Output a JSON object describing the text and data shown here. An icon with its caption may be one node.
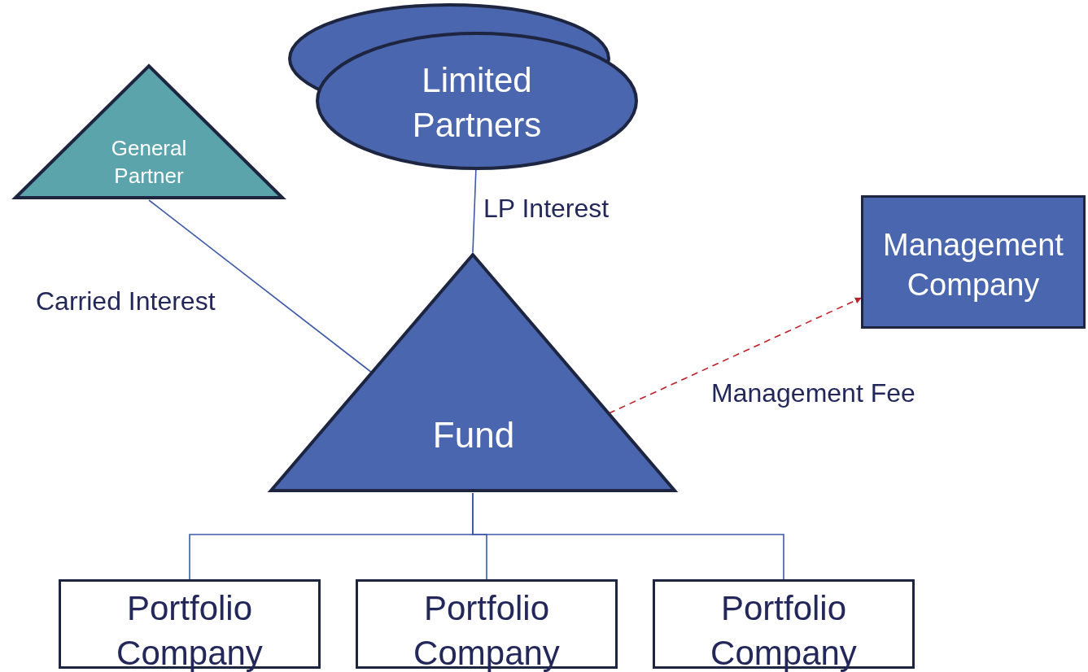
{
  "diagram": {
    "nodes": [
      {
        "text": [
          "General Partner"
        ]
      },
      {
        "text": [
          "Limited Partners"
        ]
      },
      {
        "text": [
          "Management Company"
        ]
      },
      {
        "text": [
          "Fund"
        ]
      },
      {
        "text": [
          "Portfolio Company"
        ]
      },
      {
        "text": [
          "Portfolio Company"
        ]
      },
      {
        "text": [
          "Portfolio Company"
        ]
      }
    ],
    "edges": [
      {
        "from": 0,
        "to": 3,
        "arrow": "none",
        "label": "Carried Interest"
      },
      {
        "from": 1,
        "to": 3,
        "arrow": "none",
        "label": "LP Interest"
      },
      {
        "from": 3,
        "to": 2,
        "arrow": "to",
        "label": "Management Fee",
        "style": "dashed",
        "color": "#c0202a"
      },
      {
        "from": 3,
        "to": 4,
        "arrow": "none"
      },
      {
        "from": 3,
        "to": 5,
        "arrow": "none"
      },
      {
        "from": 3,
        "to": 6,
        "arrow": "none"
      }
    ]
  }
}
